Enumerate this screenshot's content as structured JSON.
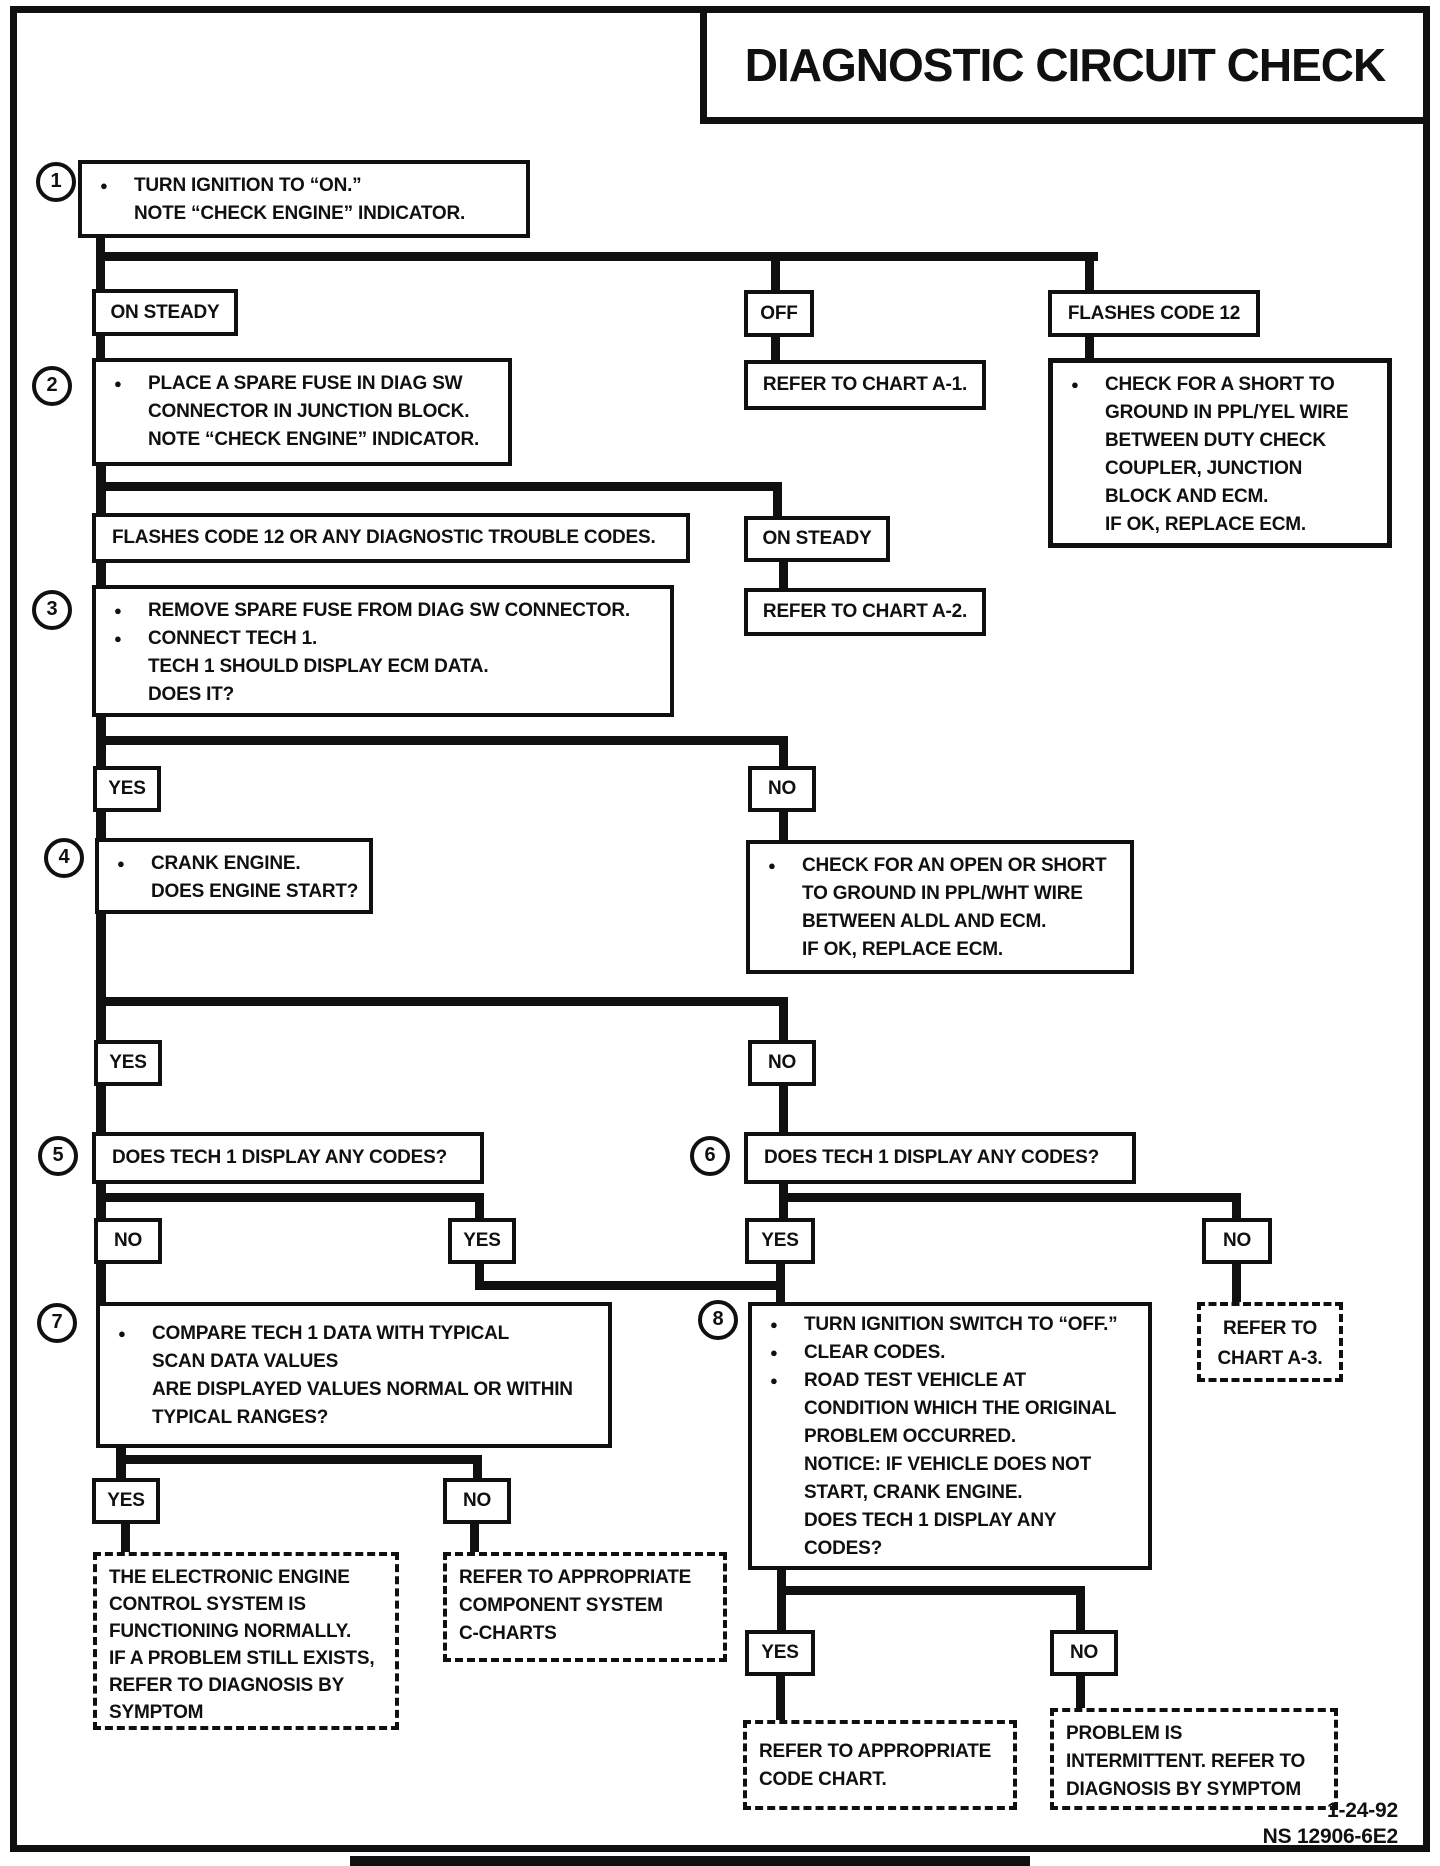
{
  "title": "DIAGNOSTIC CIRCUIT CHECK",
  "colors": {
    "ink": "#101010",
    "paper": "#ffffff"
  },
  "icons": {
    "bullet": "●"
  },
  "steps": {
    "s1": "1",
    "s2": "2",
    "s3": "3",
    "s4": "4",
    "s5": "5",
    "s6": "6",
    "s7": "7",
    "s8": "8"
  },
  "labels": {
    "yes": "YES",
    "no": "NO",
    "on_steady": "ON STEADY",
    "off": "OFF",
    "flashes_code_12": "FLASHES CODE 12",
    "flashes_or_dtc": "FLASHES CODE 12 OR ANY DIAGNOSTIC TROUBLE CODES."
  },
  "boxes": {
    "b1": {
      "lines": [
        "TURN IGNITION TO “ON.”",
        "NOTE “CHECK ENGINE” INDICATOR."
      ]
    },
    "b2": {
      "lines": [
        "PLACE A SPARE FUSE IN DIAG SW",
        "CONNECTOR IN JUNCTION BLOCK.",
        "NOTE “CHECK ENGINE” INDICATOR."
      ]
    },
    "short_to_ground": {
      "lines": [
        "CHECK FOR A SHORT TO",
        "GROUND IN PPL/YEL WIRE",
        "BETWEEN DUTY CHECK",
        "COUPLER, JUNCTION",
        "BLOCK AND ECM.",
        "IF OK, REPLACE ECM."
      ]
    },
    "refer_a1": "REFER TO CHART A-1.",
    "refer_a2": "REFER TO CHART A-2.",
    "b3": {
      "lines": [
        "REMOVE SPARE FUSE FROM DIAG SW CONNECTOR.",
        "CONNECT TECH 1.",
        "TECH 1 SHOULD DISPLAY ECM DATA.",
        "DOES IT?"
      ]
    },
    "b4": {
      "lines": [
        "CRANK ENGINE.",
        "DOES ENGINE START?"
      ]
    },
    "open_or_short": {
      "lines": [
        "CHECK FOR AN OPEN OR SHORT",
        "TO GROUND IN PPL/WHT WIRE",
        "BETWEEN ALDL AND ECM.",
        "IF OK, REPLACE ECM."
      ]
    },
    "b5": "DOES TECH 1 DISPLAY ANY CODES?",
    "b6": "DOES TECH 1 DISPLAY ANY CODES?",
    "b7": {
      "lines": [
        "COMPARE TECH 1 DATA WITH TYPICAL",
        "SCAN DATA VALUES",
        "ARE DISPLAYED VALUES NORMAL OR WITHIN",
        "TYPICAL RANGES?"
      ]
    },
    "b8": {
      "lines": [
        "TURN IGNITION SWITCH TO “OFF.”",
        "CLEAR CODES.",
        "ROAD TEST VEHICLE AT",
        "CONDITION WHICH THE ORIGINAL",
        "PROBLEM OCCURRED.",
        "NOTICE:  IF VEHICLE DOES NOT",
        "START, CRANK ENGINE.",
        "DOES TECH 1 DISPLAY ANY",
        "CODES?"
      ]
    },
    "refer_a3": {
      "lines": [
        "REFER TO",
        "CHART A-3."
      ]
    },
    "normal": {
      "lines": [
        "THE ELECTRONIC ENGINE",
        "CONTROL SYSTEM IS",
        "FUNCTIONING NORMALLY.",
        "IF A PROBLEM STILL EXISTS,",
        "REFER TO  DIAGNOSIS BY",
        "SYMPTOM"
      ]
    },
    "component": {
      "lines": [
        "REFER TO APPROPRIATE",
        "COMPONENT SYSTEM",
        "C-CHARTS"
      ]
    },
    "code_chart": {
      "lines": [
        "REFER TO APPROPRIATE",
        "CODE CHART."
      ]
    },
    "problem": {
      "lines": [
        "PROBLEM IS",
        "INTERMITTENT. REFER TO",
        "DIAGNOSIS BY SYMPTOM"
      ]
    }
  },
  "footer": {
    "date": "1-24-92",
    "doc_number": "NS 12906-6E2"
  }
}
